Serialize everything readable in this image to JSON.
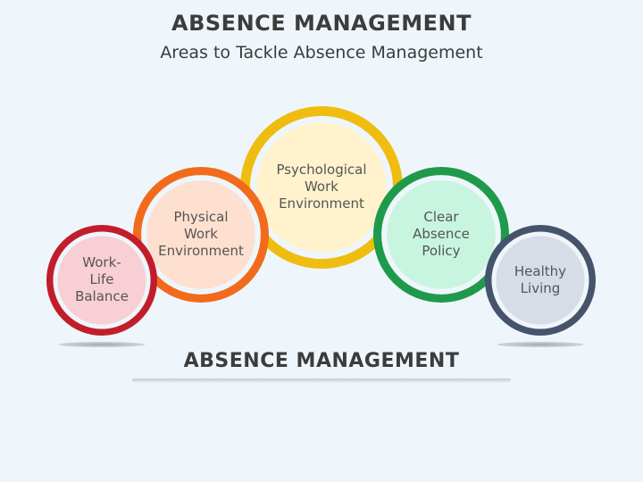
{
  "header": {
    "title": "ABSENCE MANAGEMENT",
    "subtitle": "Areas to Tackle Absence Management"
  },
  "circles": [
    {
      "label": "Work-\nLife\nBalance",
      "ring_color": "#c21d2b",
      "fill_color": "#f8cfd4"
    },
    {
      "label": "Physical\nWork\nEnvironment",
      "ring_color": "#f26b1d",
      "fill_color": "#fde0d0"
    },
    {
      "label": "Psychological\nWork\nEnvironment",
      "ring_color": "#efbd10",
      "fill_color": "#fff2cc"
    },
    {
      "label": "Clear\nAbsence\nPolicy",
      "ring_color": "#1f9a4a",
      "fill_color": "#c8f5df"
    },
    {
      "label": "Healthy\nLiving",
      "ring_color": "#45546a",
      "fill_color": "#d7dde6"
    }
  ],
  "footer": {
    "title": "ABSENCE MANAGEMENT"
  }
}
